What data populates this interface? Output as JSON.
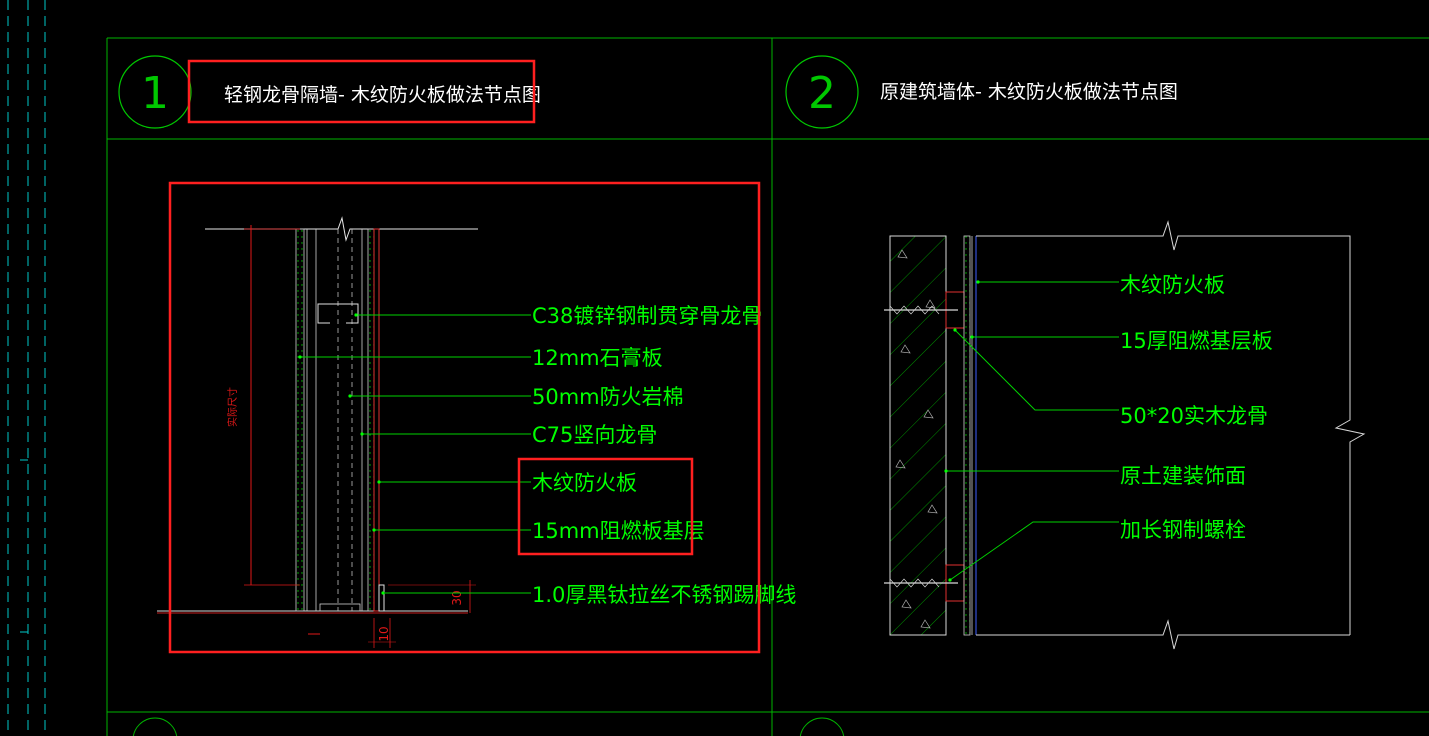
{
  "colors": {
    "background": "#000000",
    "frame": "#00b400",
    "linework": "#00d200",
    "annotation_text": "#00ff00",
    "title_text": "#ffffff",
    "highlight": "#ff2020",
    "dimension": "#e01818",
    "side_ruler": "#00c8c8"
  },
  "panel1": {
    "number": "1",
    "title": "轻钢龙骨隔墙- 木纹防火板做法节点图",
    "labels": [
      "C38镀锌钢制贯穿骨龙骨",
      "12mm石膏板",
      "50mm防火岩棉",
      "C75竖向龙骨",
      "木纹防火板",
      "15mm阻燃板基层",
      "1.0厚黑钛拉丝不锈钢踢脚线"
    ],
    "dim_height": "实际尺寸",
    "dim_skirting": "30",
    "dim_bottom": "10"
  },
  "panel2": {
    "number": "2",
    "title": "原建筑墙体- 木纹防火板做法节点图",
    "labels": [
      "木纹防火板",
      "15厚阻燃基层板",
      "50*20实木龙骨",
      "原土建装饰面",
      "加长钢制螺栓"
    ]
  }
}
